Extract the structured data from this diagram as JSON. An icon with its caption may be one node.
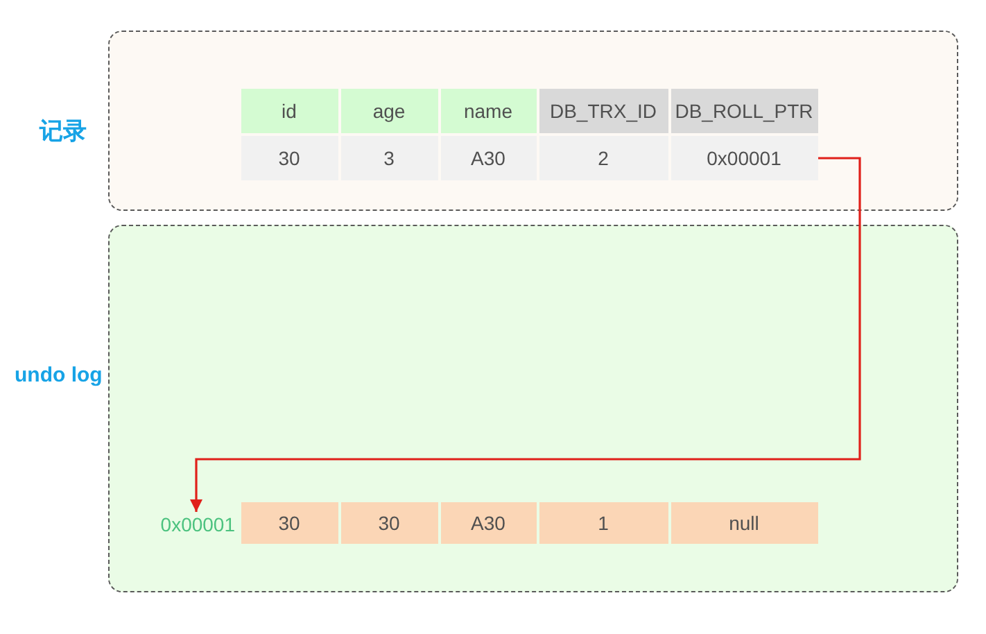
{
  "diagram": {
    "nodes": [
      {
        "text": [
          "记录"
        ]
      },
      {
        "text": [
          "undo log"
        ]
      },
      {
        "text": [
          "id"
        ],
        "in": 0
      },
      {
        "text": [
          "age"
        ],
        "in": 0
      },
      {
        "text": [
          "name"
        ],
        "in": 0
      },
      {
        "text": [
          "DB_TRX_ID"
        ],
        "in": 0
      },
      {
        "text": [
          "DB_ROLL_PTR"
        ],
        "in": 0
      },
      {
        "text": [
          "30"
        ],
        "in": 0
      },
      {
        "text": [
          "3"
        ],
        "in": 0
      },
      {
        "text": [
          "A30"
        ],
        "in": 0
      },
      {
        "text": [
          "2"
        ],
        "in": 0
      },
      {
        "text": [
          "0x00001"
        ],
        "in": 0
      },
      {
        "text": [
          "0x00001"
        ],
        "in": 1
      },
      {
        "text": [
          "30"
        ],
        "in": 1
      },
      {
        "text": [
          "30"
        ],
        "in": 1
      },
      {
        "text": [
          "A30"
        ],
        "in": 1
      },
      {
        "text": [
          "1"
        ],
        "in": 1
      },
      {
        "text": [
          "null"
        ],
        "in": 1
      }
    ],
    "edges": [
      {
        "from": 11,
        "to": 12,
        "arrow": "to"
      }
    ]
  }
}
